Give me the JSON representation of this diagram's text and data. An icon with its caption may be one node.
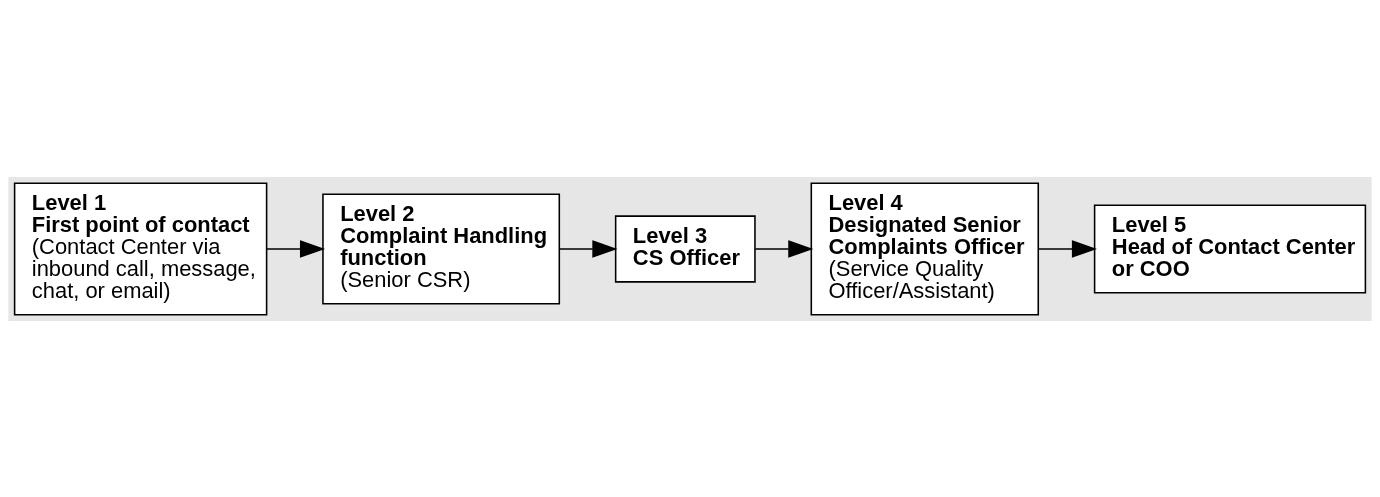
{
  "diagram": {
    "nodes": [
      {
        "text": [
          "Level 1",
          "First point of contact",
          "(Contact Center via inbound call, message, chat, or email)"
        ]
      },
      {
        "text": [
          "Level 2",
          "Complaint Handling function",
          "(Senior CSR)"
        ]
      },
      {
        "text": [
          "Level 3",
          "CS Officer"
        ]
      },
      {
        "text": [
          "Level 4",
          "Designated Senior Complaints Officer",
          "(Service Quality Officer/Assistant)"
        ]
      },
      {
        "text": [
          "Level 5",
          "Head of Contact Center or COO"
        ]
      }
    ],
    "edges": [
      {
        "from": 0,
        "to": 1,
        "arrow": "to"
      },
      {
        "from": 1,
        "to": 2,
        "arrow": "to"
      },
      {
        "from": 2,
        "to": 3,
        "arrow": "to"
      },
      {
        "from": 3,
        "to": 4,
        "arrow": "to"
      }
    ]
  }
}
